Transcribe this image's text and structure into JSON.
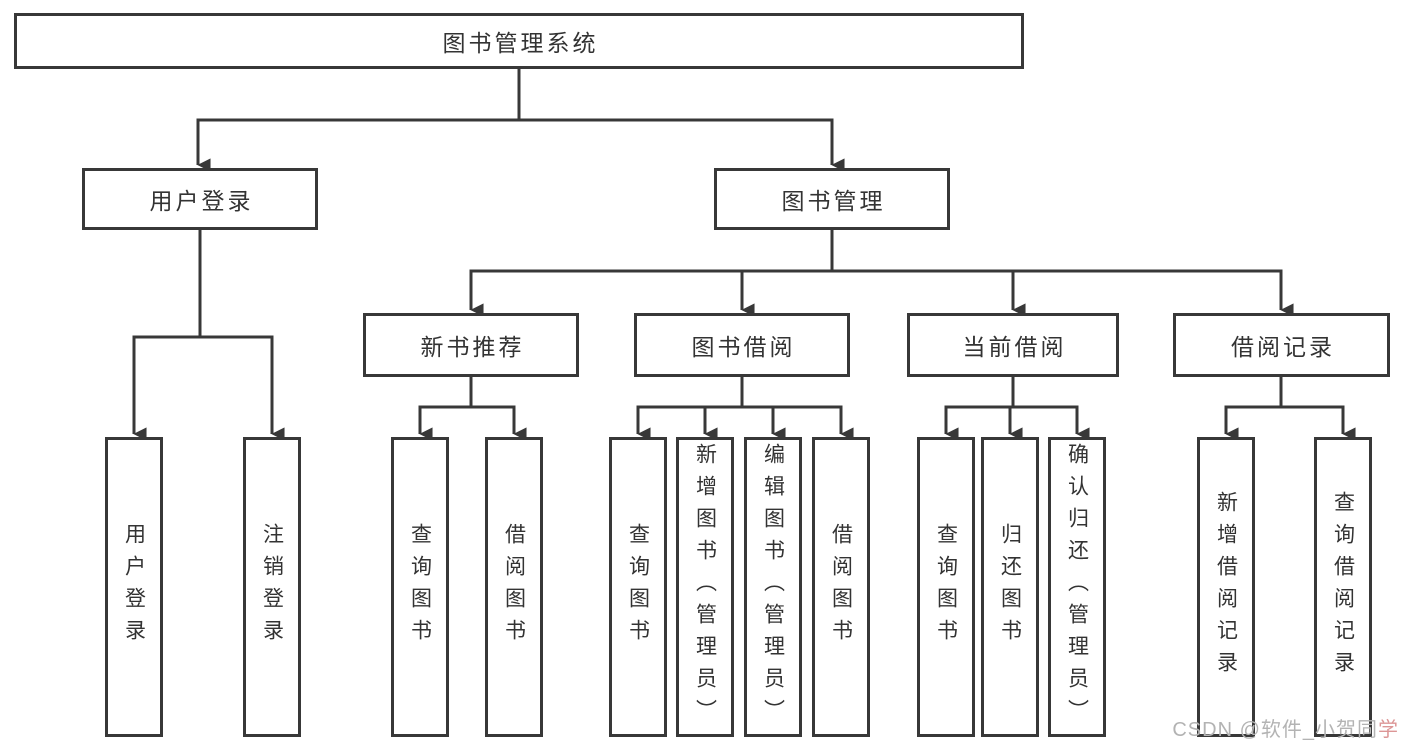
{
  "colors": {
    "line": "#383838",
    "box_border": "#383838",
    "box_fill": "#ffffff",
    "text": "#333333",
    "background": "#ffffff",
    "watermark_gray": "#b3b3b3",
    "watermark_red": "#dc9696"
  },
  "tree": {
    "label": "图书管理系统",
    "children": [
      {
        "label": "用户登录",
        "children": [
          {
            "label": "用户登录"
          },
          {
            "label": "注销登录"
          }
        ]
      },
      {
        "label": "图书管理",
        "children": [
          {
            "label": "新书推荐",
            "children": [
              {
                "label": "查询图书"
              },
              {
                "label": "借阅图书"
              }
            ]
          },
          {
            "label": "图书借阅",
            "children": [
              {
                "label": "查询图书"
              },
              {
                "label": "新增图书（管理员）"
              },
              {
                "label": "编辑图书（管理员）"
              },
              {
                "label": "借阅图书"
              }
            ]
          },
          {
            "label": "当前借阅",
            "children": [
              {
                "label": "查询图书"
              },
              {
                "label": "归还图书"
              },
              {
                "label": "确认归还（管理员）"
              }
            ]
          },
          {
            "label": "借阅记录",
            "children": [
              {
                "label": "新增借阅记录"
              },
              {
                "label": "查询借阅记录"
              }
            ]
          }
        ]
      }
    ]
  },
  "watermark": {
    "prefix": "CSDN @软件_小贺同",
    "suffix": "学"
  }
}
